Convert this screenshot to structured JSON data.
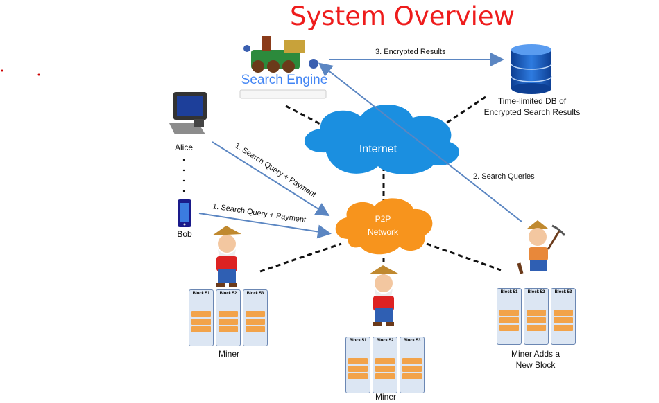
{
  "title": "System Overview",
  "search_engine_label": "Search Engine",
  "internet_label": "Internet",
  "p2p_label": [
    "P2P",
    "Network"
  ],
  "db_label": [
    "Time-limited DB of",
    "Encrypted Search Results"
  ],
  "alice_label": "Alice",
  "bob_label": "Bob",
  "arrows": {
    "alice_query": "1. Search Query + Payment",
    "bob_query": "1. Search Query + Payment",
    "search_queries": "2. Search Queries",
    "encrypted_results": "3. Encrypted Results"
  },
  "miners": {
    "left": "Miner",
    "center": "Miner",
    "right": [
      "Miner Adds a",
      "New Block"
    ]
  },
  "blocks": [
    "Block 51",
    "Block 52",
    "Block 53"
  ],
  "colors": {
    "title": "#ee1c1c",
    "cloud_internet": "#1b8fe0",
    "cloud_p2p": "#f7941d",
    "arrow": "#5b86c2",
    "db": "#1f5fbf"
  }
}
